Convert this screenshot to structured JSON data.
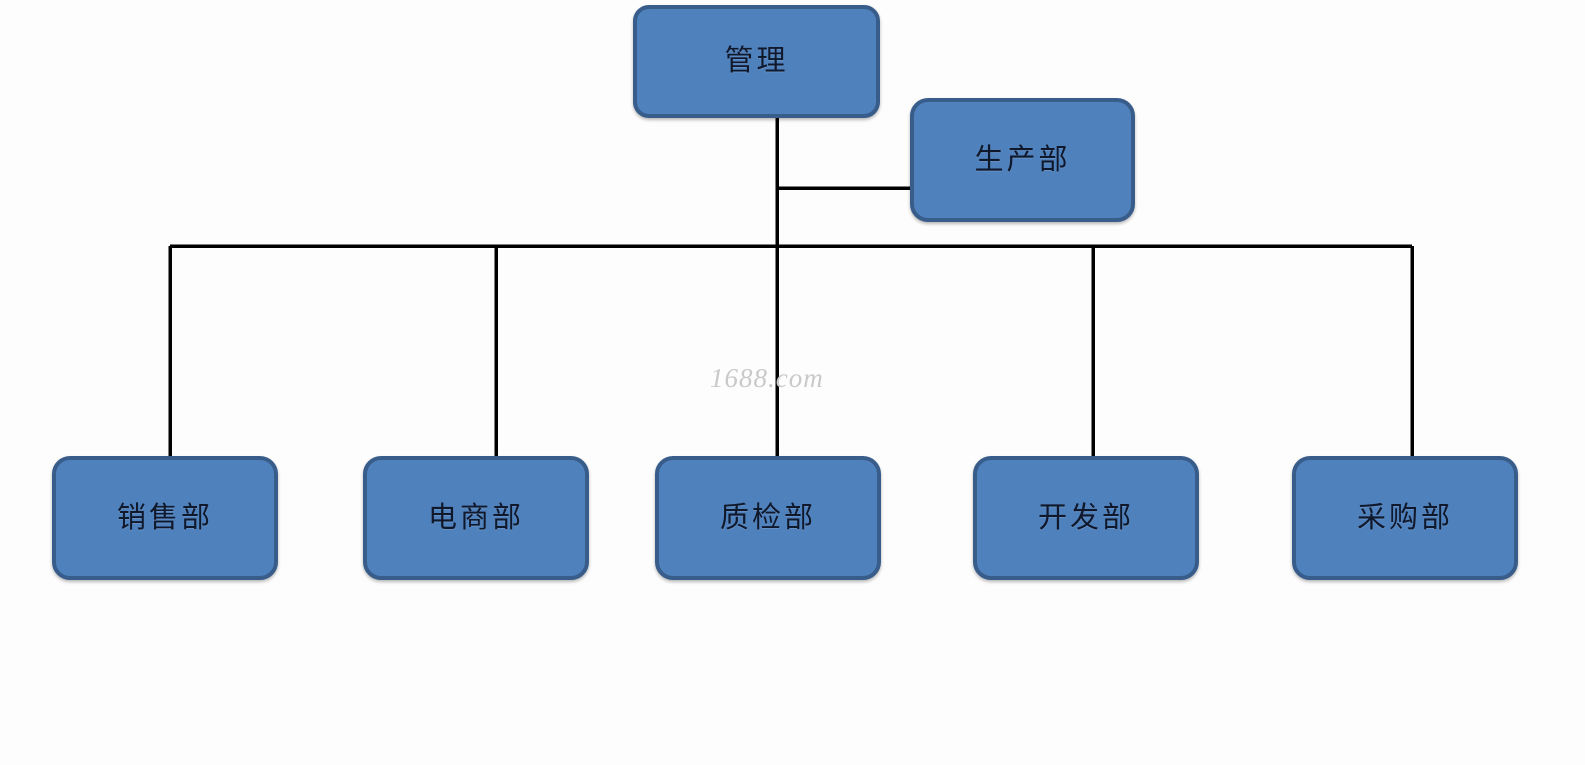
{
  "diagram": {
    "type": "organization-chart",
    "title": "",
    "background_color": "#fdfdfd",
    "node_fill_color": "#4f81bd",
    "node_border_color": "#385d8a",
    "connector_color": "#000000",
    "root": {
      "id": "management",
      "label": "管理"
    },
    "side_branch": {
      "id": "production",
      "label": "生产部"
    },
    "children": [
      {
        "id": "sales",
        "label": "销售部"
      },
      {
        "id": "ecommerce",
        "label": "电商部"
      },
      {
        "id": "quality",
        "label": "质检部"
      },
      {
        "id": "development",
        "label": "开发部"
      },
      {
        "id": "purchasing",
        "label": "采购部"
      }
    ]
  },
  "watermark": {
    "text": "1688.com",
    "color": "#c9c9c9"
  }
}
